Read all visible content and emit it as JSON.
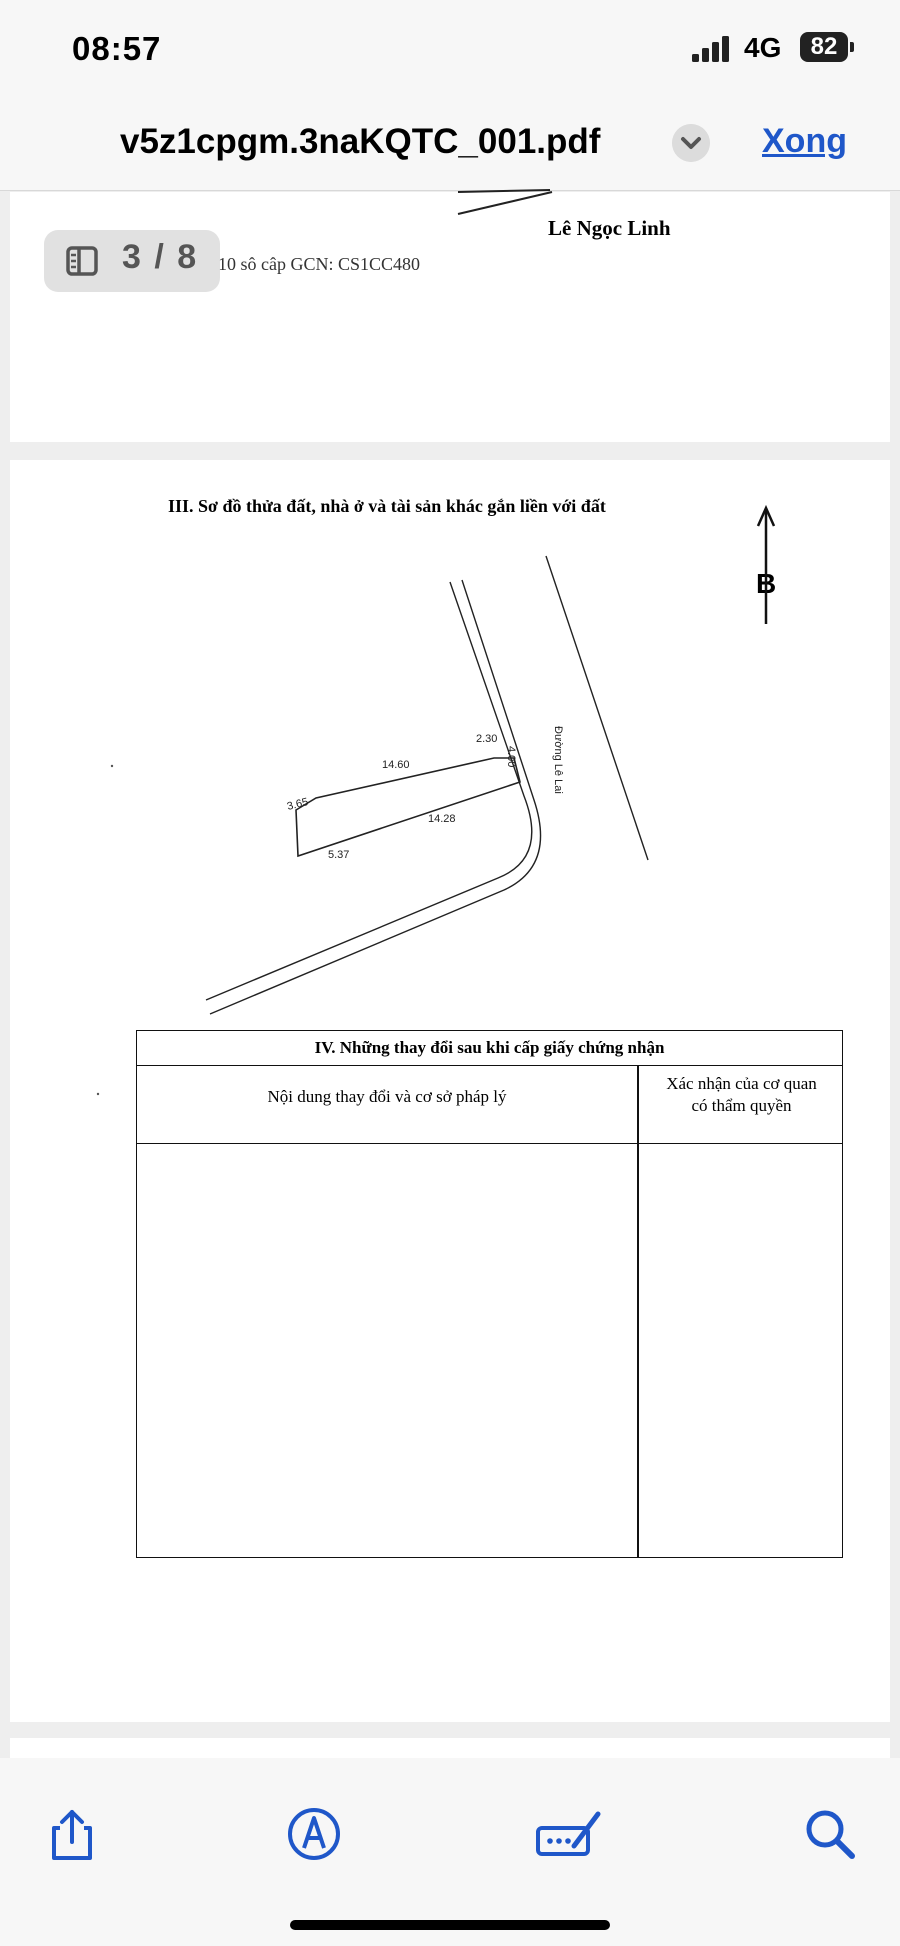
{
  "status_bar": {
    "time": "08:57",
    "network": "4G",
    "battery": "82"
  },
  "nav": {
    "title": "v5z1cpgm.3naKQTC_001.pdf",
    "done_label": "Xong"
  },
  "page_indicator": "3 / 8",
  "page1": {
    "signer": "Lê Ngọc Linh",
    "so_vao_so": "10 sô câp GCN: CS1CC480"
  },
  "page2": {
    "section3_title": "III. Sơ đồ thửa đất, nhà ở và tài sản khác gắn liền với đất",
    "north_label": "B",
    "road_label": "Đường Lê Lai",
    "dimensions": [
      "2.30",
      "14.60",
      "4.00",
      "3.65",
      "14.28",
      "5.37"
    ],
    "section4_title": "IV. Những thay đổi sau khi cấp giấy chứng nhận",
    "col1_header": "Nội dung thay đổi và cơ sở pháp lý",
    "col2_header_line1": "Xác nhận của cơ quan",
    "col2_header_line2": "có thẩm quyền"
  }
}
